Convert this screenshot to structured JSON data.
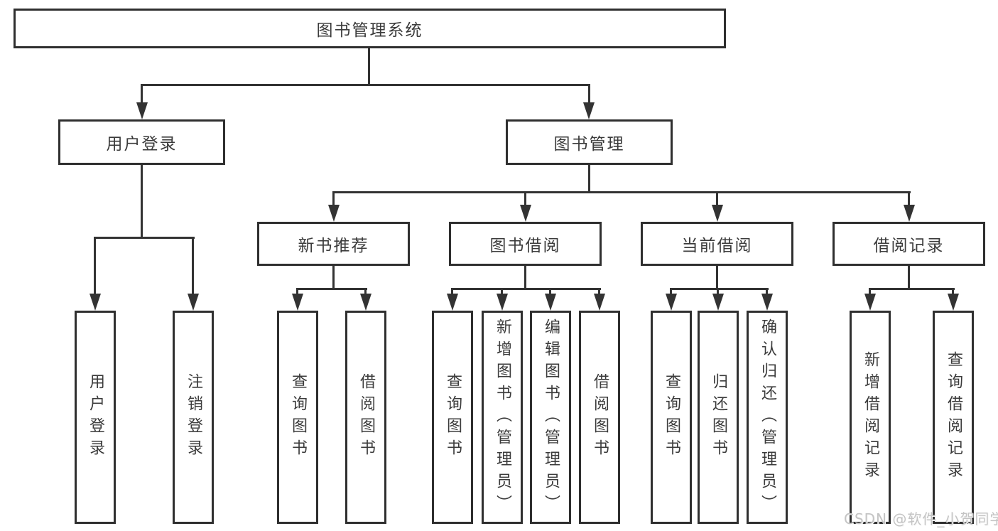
{
  "diagram_title": "图书管理系统",
  "nodes": {
    "root": {
      "label": "图书管理系统"
    },
    "user_login": {
      "label": "用户登录"
    },
    "book_mgmt": {
      "label": "图书管理"
    },
    "new_book_rec": {
      "label": "新书推荐"
    },
    "book_borrow": {
      "label": "图书借阅"
    },
    "current_borrow": {
      "label": "当前借阅"
    },
    "borrow_records": {
      "label": "借阅记录"
    },
    "leaf_user_login": {
      "label": "用户登录"
    },
    "leaf_logout": {
      "label": "注销登录"
    },
    "leaf_rec_query_books": {
      "label": "查询图书"
    },
    "leaf_rec_borrow_books": {
      "label": "借阅图书"
    },
    "leaf_bb_query_books": {
      "label": "查询图书"
    },
    "leaf_bb_add_books": {
      "label": "新增图书（管理员）"
    },
    "leaf_bb_edit_books": {
      "label": "编辑图书（管理员）"
    },
    "leaf_bb_borrow_books": {
      "label": "借阅图书"
    },
    "leaf_cb_query_books": {
      "label": "查询图书"
    },
    "leaf_cb_return_books": {
      "label": "归还图书"
    },
    "leaf_cb_confirm_return": {
      "label": "确认归还（管理员）"
    },
    "leaf_br_add_record": {
      "label": "新增借阅记录"
    },
    "leaf_br_query_record": {
      "label": "查询借阅记录"
    }
  },
  "watermark": "CSDN @软件_小贺同学",
  "colors": {
    "line": "#333333",
    "box_border": "#2f2f2f",
    "text": "#3b3b3b",
    "watermark": "#c4c4c4",
    "background": "#ffffff"
  }
}
